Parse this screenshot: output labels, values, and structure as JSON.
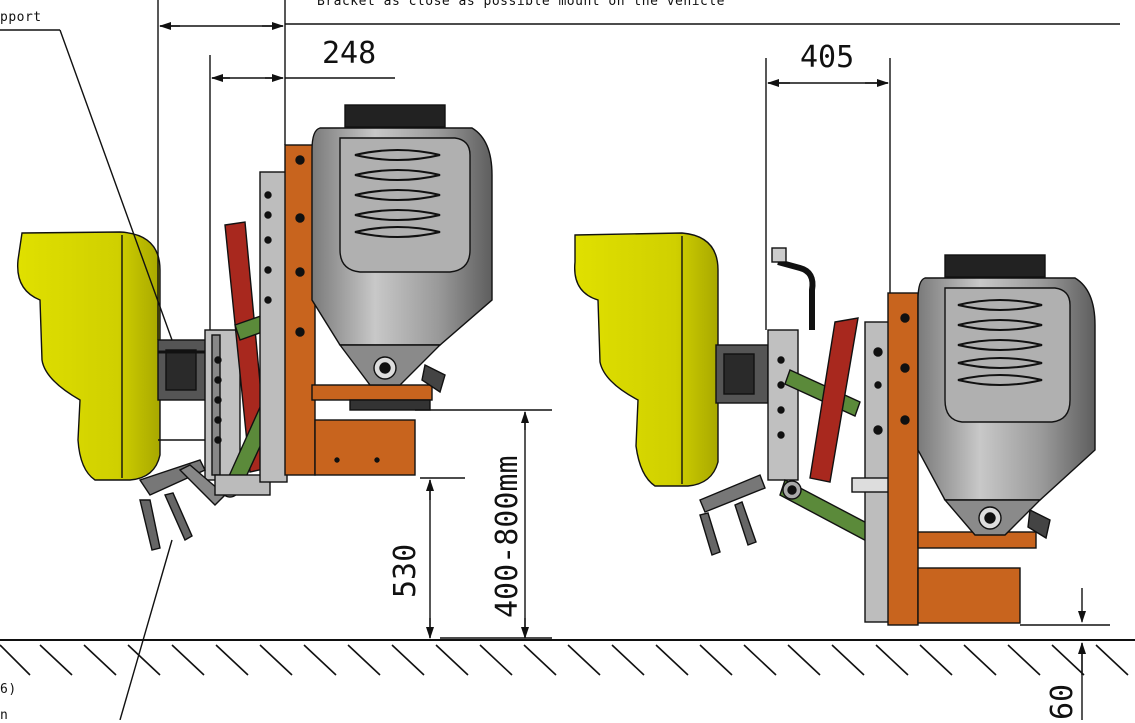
{
  "labels": {
    "top_note": "Bracket as close as possible mount on the vehicle",
    "left_support": "pport",
    "bottom_note_1": "6)",
    "bottom_note_2": "n"
  },
  "dimensions": {
    "d248": "248",
    "d405": "405",
    "d530": "530",
    "d400_800": "400-800mm",
    "d60": "60"
  },
  "colors": {
    "yellow": "#d4d400",
    "orange": "#c8641e",
    "green": "#5b8a3a",
    "red": "#a8281e",
    "grey": "#a8a8a8",
    "dark": "#222222"
  }
}
